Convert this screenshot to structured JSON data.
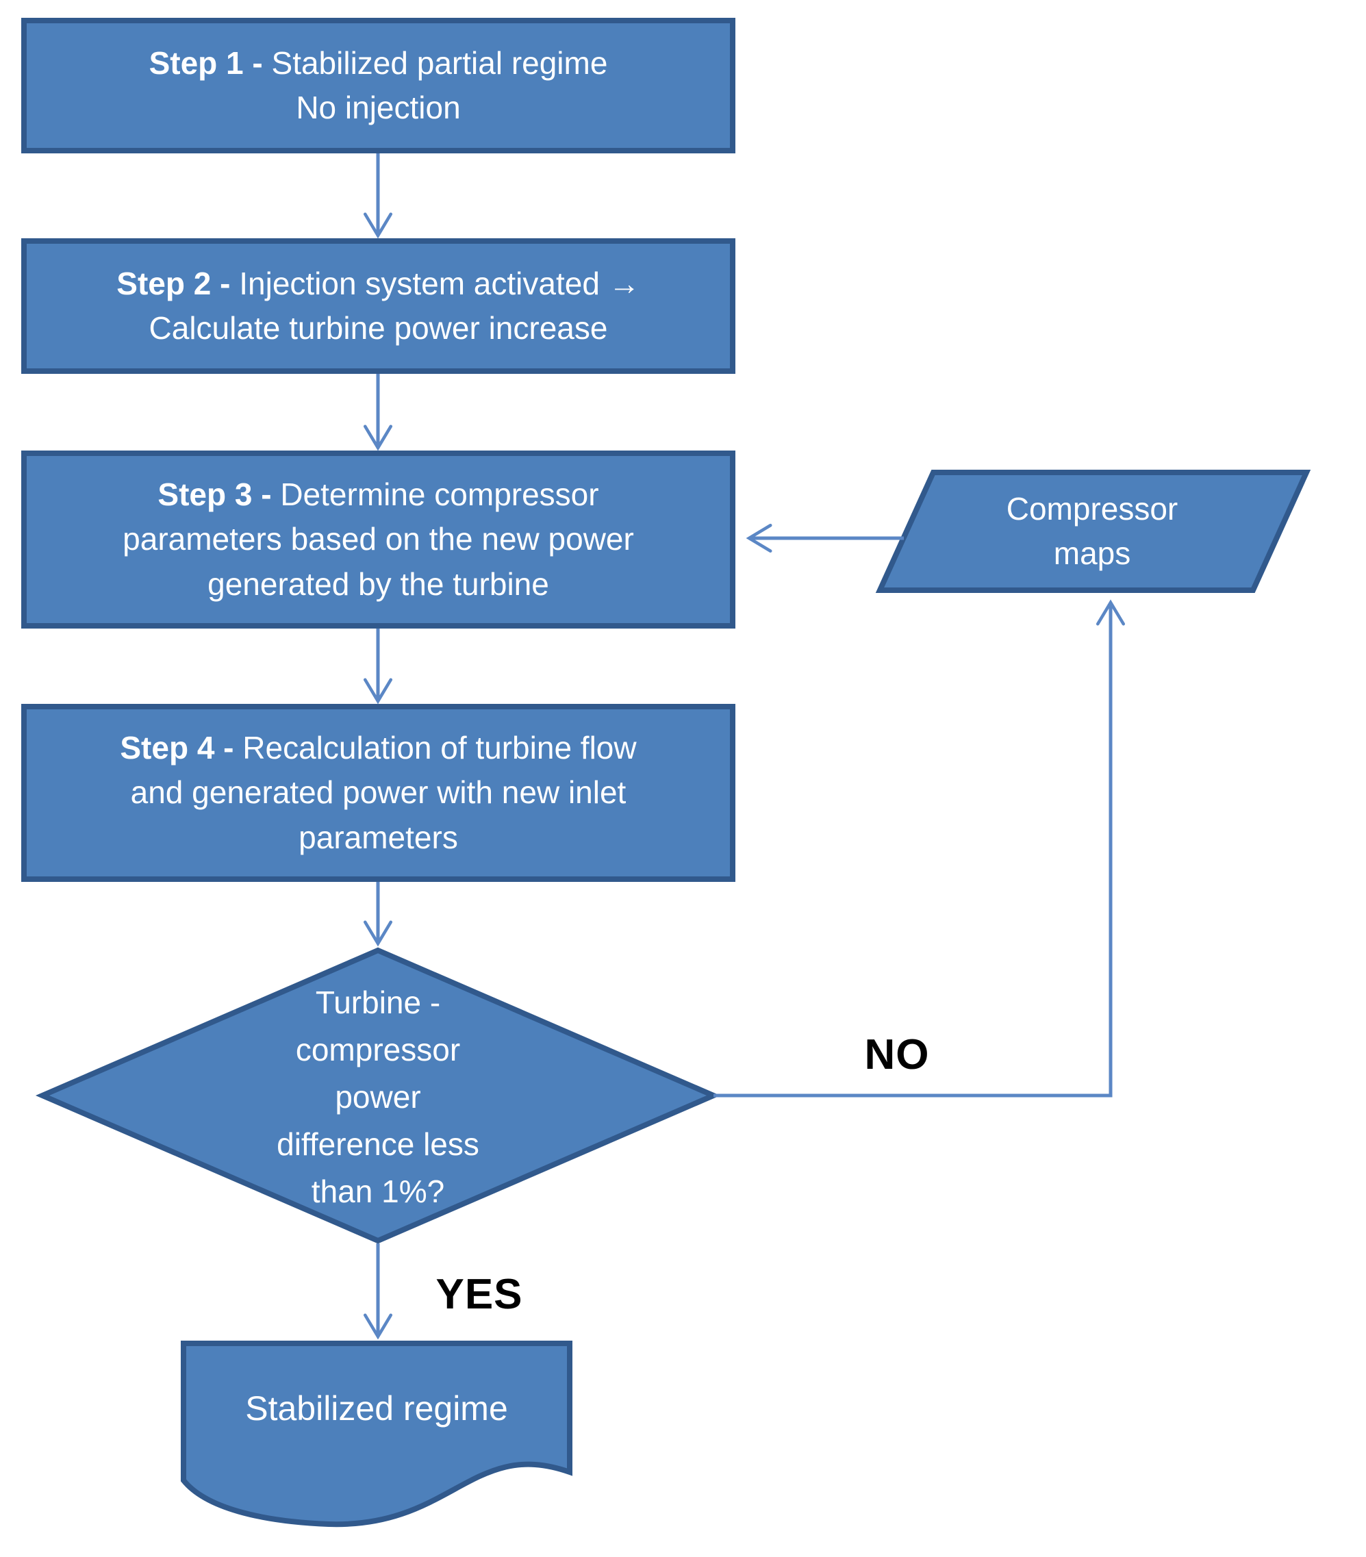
{
  "flowchart": {
    "background": "#ffffff",
    "colors": {
      "node_fill": "#4d80bb",
      "node_border": "#31598c",
      "connector": "#5b87c5",
      "node_text": "#ffffff",
      "edge_label_text": "#000000"
    },
    "nodes": {
      "step1": {
        "prefix": "Step 1 -",
        "line1": "Stabilized partial regime",
        "line2": "No injection"
      },
      "step2": {
        "prefix": "Step 2 -",
        "line1": "Injection system activated →",
        "line2": "Calculate turbine power increase"
      },
      "step3": {
        "prefix": "Step 3 -",
        "line1": "Determine compressor",
        "line2": "parameters based on the new power",
        "line3": "generated by the turbine"
      },
      "step4": {
        "prefix": "Step 4 -",
        "line1": "Recalculation of turbine flow",
        "line2": "and generated power with new inlet",
        "line3": "parameters"
      },
      "decision": {
        "line1": "Turbine -",
        "line2": "compressor",
        "line3": "power",
        "line4": "difference less",
        "line5": "than 1%?"
      },
      "data_source": {
        "line1": "Compressor",
        "line2": "maps"
      },
      "terminal": {
        "label": "Stabilized regime"
      }
    },
    "edge_labels": {
      "yes": "YES",
      "no": "NO"
    }
  }
}
